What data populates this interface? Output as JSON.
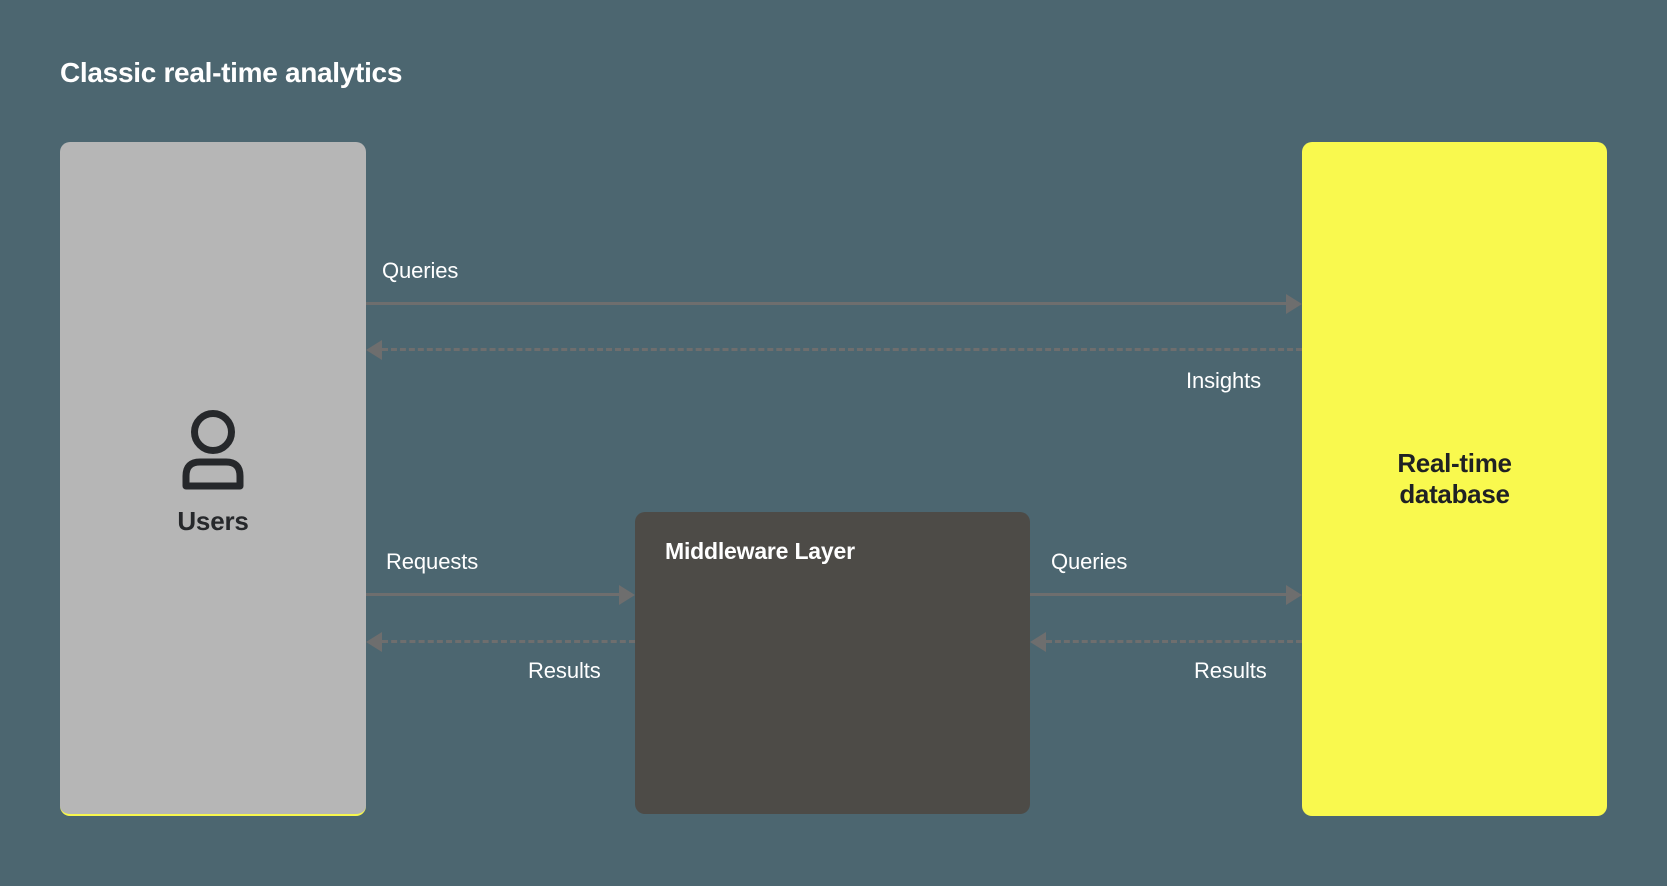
{
  "diagram": {
    "title": "Classic real-time analytics",
    "background_color": "#4c6670",
    "nodes": [
      {
        "id": "users",
        "label": "Users",
        "icon": "user-icon",
        "fill": "#b6b6b6",
        "text_color": "#26282b"
      },
      {
        "id": "middleware",
        "label": "Middleware Layer",
        "fill": "#4d4b47",
        "text_color": "#ffffff"
      },
      {
        "id": "database",
        "label_line1": "Real-time",
        "label_line2": "database",
        "fill": "#f9f94e",
        "text_color": "#1f2124"
      }
    ],
    "edges": [
      {
        "id": "users-to-db-queries",
        "label": "Queries",
        "from": "users",
        "to": "database",
        "direction": "right",
        "style": "solid",
        "color": "#6e6e6e"
      },
      {
        "id": "db-to-users-insights",
        "label": "Insights",
        "from": "database",
        "to": "users",
        "direction": "left",
        "style": "dashed",
        "color": "#6e6e6e"
      },
      {
        "id": "users-to-middleware-requests",
        "label": "Requests",
        "from": "users",
        "to": "middleware",
        "direction": "right",
        "style": "solid",
        "color": "#6e6e6e"
      },
      {
        "id": "middleware-to-users-results",
        "label": "Results",
        "from": "middleware",
        "to": "users",
        "direction": "left",
        "style": "dashed",
        "color": "#6e6e6e"
      },
      {
        "id": "middleware-to-db-queries",
        "label": "Queries",
        "from": "middleware",
        "to": "database",
        "direction": "right",
        "style": "solid",
        "color": "#6e6e6e"
      },
      {
        "id": "db-to-middleware-results",
        "label": "Results",
        "from": "database",
        "to": "middleware",
        "direction": "left",
        "style": "dashed",
        "color": "#6e6e6e"
      }
    ]
  }
}
